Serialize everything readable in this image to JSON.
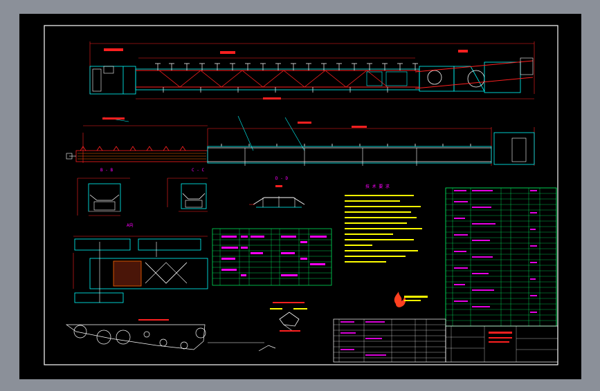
{
  "colors": {
    "surround": "#8b9099",
    "canvas": "#000000",
    "frame": "#ffffff",
    "primary": "#00ffff",
    "accent": "#ff2020",
    "note": "#ffff00",
    "dim": "#ff00ff",
    "hatch": "#ff6600",
    "table_line": "#00ff66"
  },
  "views": {
    "section_b": "B - B",
    "section_c": "C - C",
    "section_d": "D - D",
    "view_a": "A向"
  },
  "notes": {
    "title": "技 术 要 求"
  },
  "icons": {
    "logo": "flame-logo-icon"
  }
}
